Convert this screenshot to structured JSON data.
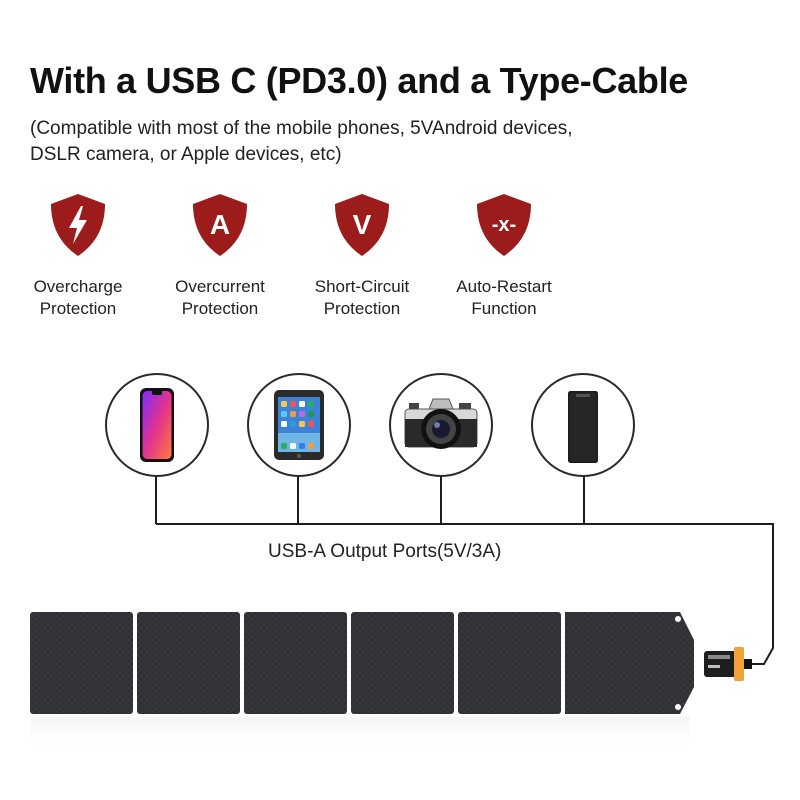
{
  "header": {
    "title": "With a USB C (PD3.0) and a Type-Cable",
    "subtitle_line1": "(Compatible with most of the mobile phones, 5VAndroid devices,",
    "subtitle_line2": "DSLR camera, or Apple devices, etc)"
  },
  "features": [
    {
      "icon": "lightning-shield-icon",
      "glyph": "",
      "line1": "Overcharge",
      "line2": "Protection"
    },
    {
      "icon": "ampere-shield-icon",
      "glyph": "A",
      "line1": "Overcurrent",
      "line2": "Protection"
    },
    {
      "icon": "voltage-shield-icon",
      "glyph": "V",
      "line1": "Short-Circuit",
      "line2": "Protection"
    },
    {
      "icon": "restart-shield-icon",
      "glyph": "-x-",
      "line1": "Auto-Restart",
      "line2": "Function"
    }
  ],
  "devices": [
    {
      "icon": "smartphone-icon"
    },
    {
      "icon": "tablet-icon"
    },
    {
      "icon": "camera-icon"
    },
    {
      "icon": "power-bank-icon"
    }
  ],
  "output": {
    "label": "USB-A Output Ports(5V/3A)"
  },
  "colors": {
    "shield": "#9c1c1c",
    "panel": "#2e3034",
    "junction_box_accent": "#f2a23a"
  }
}
